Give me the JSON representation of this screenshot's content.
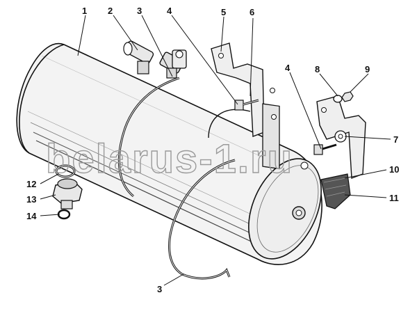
{
  "watermark": "belarus-1.ru",
  "callouts": [
    {
      "id": "c1",
      "label": "1"
    },
    {
      "id": "c2",
      "label": "2"
    },
    {
      "id": "c3a",
      "label": "3"
    },
    {
      "id": "c4a",
      "label": "4"
    },
    {
      "id": "c5",
      "label": "5"
    },
    {
      "id": "c6",
      "label": "6"
    },
    {
      "id": "c4b",
      "label": "4"
    },
    {
      "id": "c8",
      "label": "8"
    },
    {
      "id": "c9",
      "label": "9"
    },
    {
      "id": "c7",
      "label": "7"
    },
    {
      "id": "c10",
      "label": "10"
    },
    {
      "id": "c11",
      "label": "11"
    },
    {
      "id": "c12",
      "label": "12"
    },
    {
      "id": "c13",
      "label": "13"
    },
    {
      "id": "c14",
      "label": "14"
    },
    {
      "id": "c3b",
      "label": "3"
    }
  ]
}
